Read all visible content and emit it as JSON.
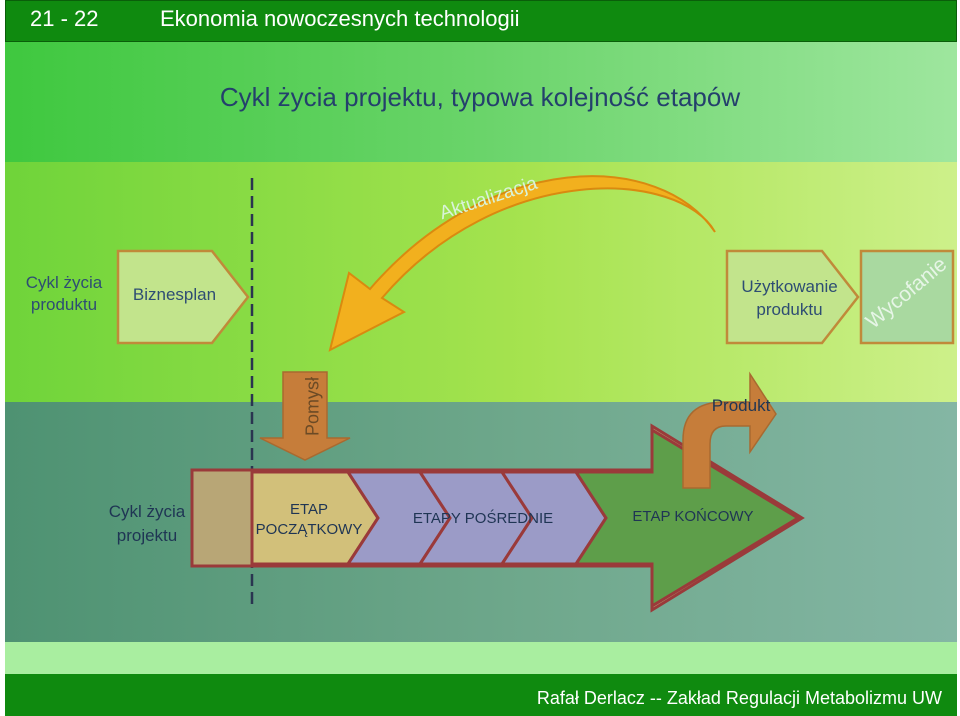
{
  "header": {
    "slide_number": "21 - 22",
    "course_title": "Ekonomia nowoczesnych technologii"
  },
  "slide_title": "Cykl życia projektu, typowa kolejność etapów",
  "product_lifecycle": {
    "label_line1": "Cykl życia",
    "label_line2": "produktu",
    "biznesplan": "Biznesplan",
    "uzytkowanie_line1": "Użytkowanie",
    "uzytkowanie_line2": "produktu",
    "wycofanie": "Wycofanie",
    "aktualizacja": "Aktualizacja"
  },
  "project_lifecycle": {
    "label_line1": "Cykl życia",
    "label_line2": "projektu",
    "pomysl": "Pomysł",
    "produkt": "Produkt",
    "etap_start_line1": "ETAP",
    "etap_start_line2": "POCZĄTKOWY",
    "etap_mid": "ETAPY POŚREDNIE",
    "etap_end": "ETAP KOŃCOWY"
  },
  "footer": {
    "author": "Rafał Derlacz -- Zakład Regulacji Metabolizmu UW"
  },
  "colors": {
    "header_green": "#0f8a0f",
    "title_blue": "#24406c",
    "arrow_border": "#8b3a3a",
    "stage_start": "#d2c07a",
    "stage_mid": "#9b9bc7",
    "stage_end": "#5e9e4a",
    "update_arrow": "#f2b01e",
    "idea_arrow": "#c67d3a"
  },
  "icons": {
    "update_arrow": "curved-arrow-icon",
    "idea_arrow": "down-arrow-icon",
    "product_arrow": "bent-arrow-icon"
  }
}
